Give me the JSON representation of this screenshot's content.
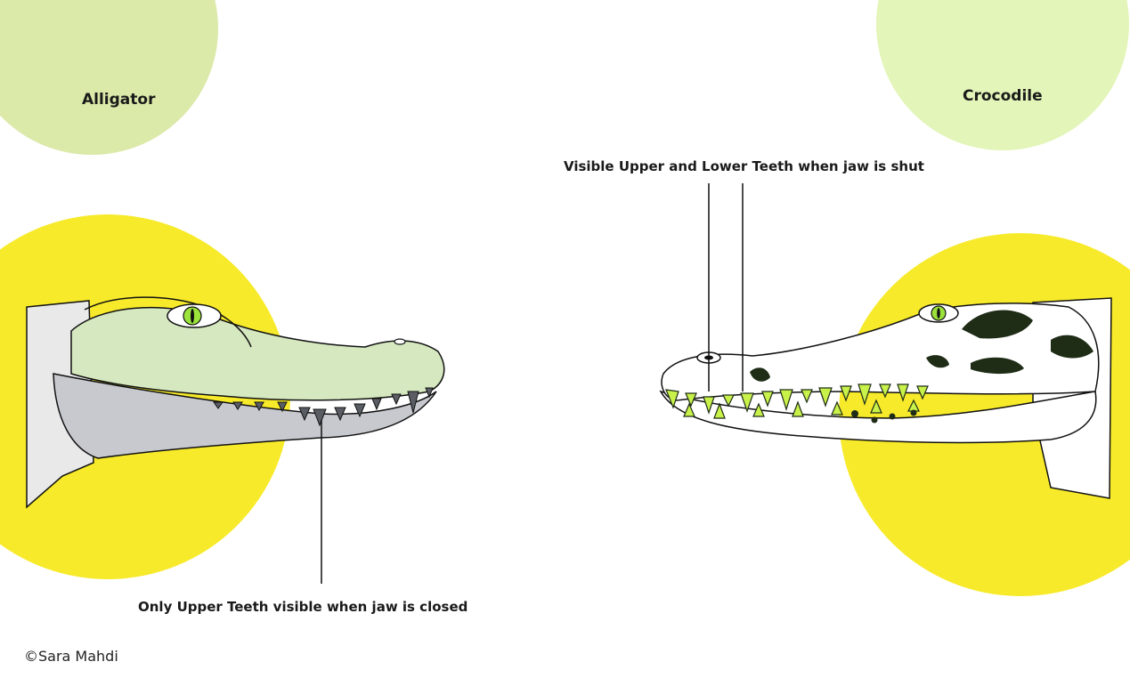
{
  "labels": {
    "alligator": "Alligator",
    "crocodile": "Crocodile",
    "crocodile_teeth_note": "Visible Upper and Lower Teeth when jaw is shut",
    "alligator_teeth_note": "Only Upper Teeth visible when jaw is closed",
    "credit": "©Sara Mahdi"
  },
  "colors": {
    "title_circle_left": "#dbe9a9",
    "title_circle_right": "#e3f5b8",
    "highlight_yellow": "#f7ea2a",
    "alligator_snout": "#d5e8bf",
    "alligator_jaw": "#c7c9cf",
    "alligator_eye": "#9be23a",
    "crocodile_teeth": "#c8f24a",
    "crocodile_marks": "#1f2d17",
    "line": "#111111"
  },
  "icons": {
    "alligator_head": "alligator-head-illustration",
    "crocodile_head": "crocodile-head-illustration"
  }
}
